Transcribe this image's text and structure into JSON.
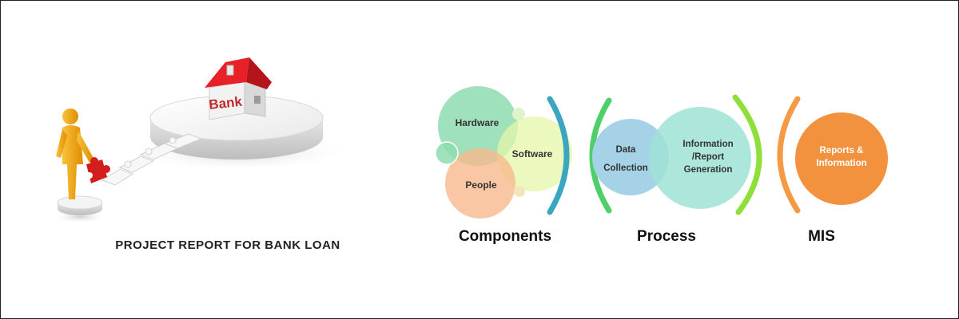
{
  "left_panel": {
    "bank_sign": "Bank",
    "caption": "PROJECT REPORT FOR BANK LOAN"
  },
  "diagram": {
    "components": {
      "title": "Components",
      "items": [
        "Hardware",
        "Software",
        "People"
      ]
    },
    "process": {
      "title": "Process",
      "data_collection": [
        "Data",
        "Collection"
      ],
      "info_generation": [
        "Information",
        "/Report",
        "Generation"
      ]
    },
    "mis": {
      "title": "MIS",
      "output": [
        "Reports &",
        "Information"
      ]
    }
  },
  "colors": {
    "hardware": "#8ddcb0",
    "software": "#e4f5a8",
    "people": "#f7b98c",
    "data_collection": "#a6d2e8",
    "info_generation": "#9fe3d6",
    "mis_output": "#f2923f",
    "arc_blue": "#3aa6c0",
    "arc_green": "#4fcf6a",
    "arc_lime": "#8fdf3a",
    "arc_orange": "#f59a44",
    "figure": "#f3a90c",
    "puzzle": "#d41e1e",
    "roof": "#e82027"
  }
}
